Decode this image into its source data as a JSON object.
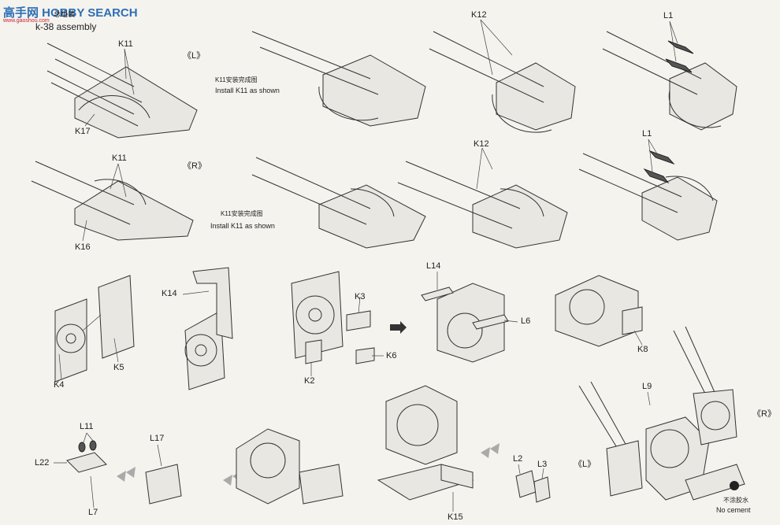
{
  "watermark": {
    "brand": "高手网 HOBBY SEARCH",
    "url": "www.gaoshou.com"
  },
  "header": {
    "title_cn": "总组装",
    "title_en": "k-38 assembly"
  },
  "side_marks": {
    "left": "《L》",
    "right": "《R》"
  },
  "notes": {
    "install_cn": "K11安装完成图",
    "install_en": "Install K11 as shown",
    "no_cement_cn": "不涂胶水",
    "no_cement_en": "No cement"
  },
  "labels": {
    "k11a": "K11",
    "k17": "K17",
    "k11b": "K11",
    "k16": "K16",
    "k12a": "K12",
    "k12b": "K12",
    "l1a": "L1",
    "l1b": "L1",
    "k4": "K4",
    "k5": "K5",
    "k14": "K14",
    "k3": "K3",
    "k6": "K6",
    "k2": "K2",
    "l14": "L14",
    "l6": "L6",
    "k8": "K8",
    "l11": "L11",
    "l22": "L22",
    "l7": "L7",
    "l17": "L17",
    "k15": "K15",
    "l2": "L2",
    "l3": "L3",
    "l9": "L9"
  }
}
